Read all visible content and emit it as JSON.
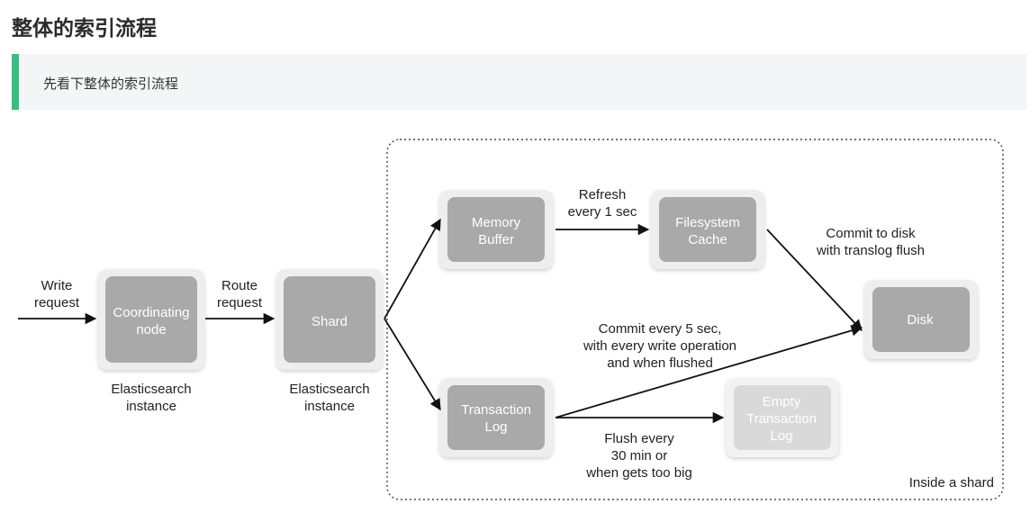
{
  "heading": "整体的索引流程",
  "quote": "先看下整体的索引流程",
  "diagram": {
    "write_request": [
      "Write",
      "request"
    ],
    "route_request": [
      "Route",
      "request"
    ],
    "coordinating_node": [
      "Coordinating",
      "node"
    ],
    "shard": "Shard",
    "es_instance_1": [
      "Elasticsearch",
      "instance"
    ],
    "es_instance_2": [
      "Elasticsearch",
      "instance"
    ],
    "memory_buffer": [
      "Memory",
      "Buffer"
    ],
    "filesystem_cache": [
      "Filesystem",
      "Cache"
    ],
    "disk": "Disk",
    "transaction_log": [
      "Transaction",
      "Log"
    ],
    "empty_transaction_log": [
      "Empty",
      "Transaction",
      "Log"
    ],
    "refresh": [
      "Refresh",
      "every 1 sec"
    ],
    "commit_to_disk": [
      "Commit to disk",
      "with translog flush"
    ],
    "commit_every": [
      "Commit every 5 sec,",
      "with every write operation",
      "and when flushed"
    ],
    "flush_every": [
      "Flush every",
      "30 min or",
      "when gets too big"
    ],
    "inside_shard": "Inside a shard",
    "colors": {
      "accent": "#42b983",
      "box_dark": "#a9a9a9",
      "box_light": "#d9d9d9",
      "box_frame": "#eeeeee"
    }
  }
}
